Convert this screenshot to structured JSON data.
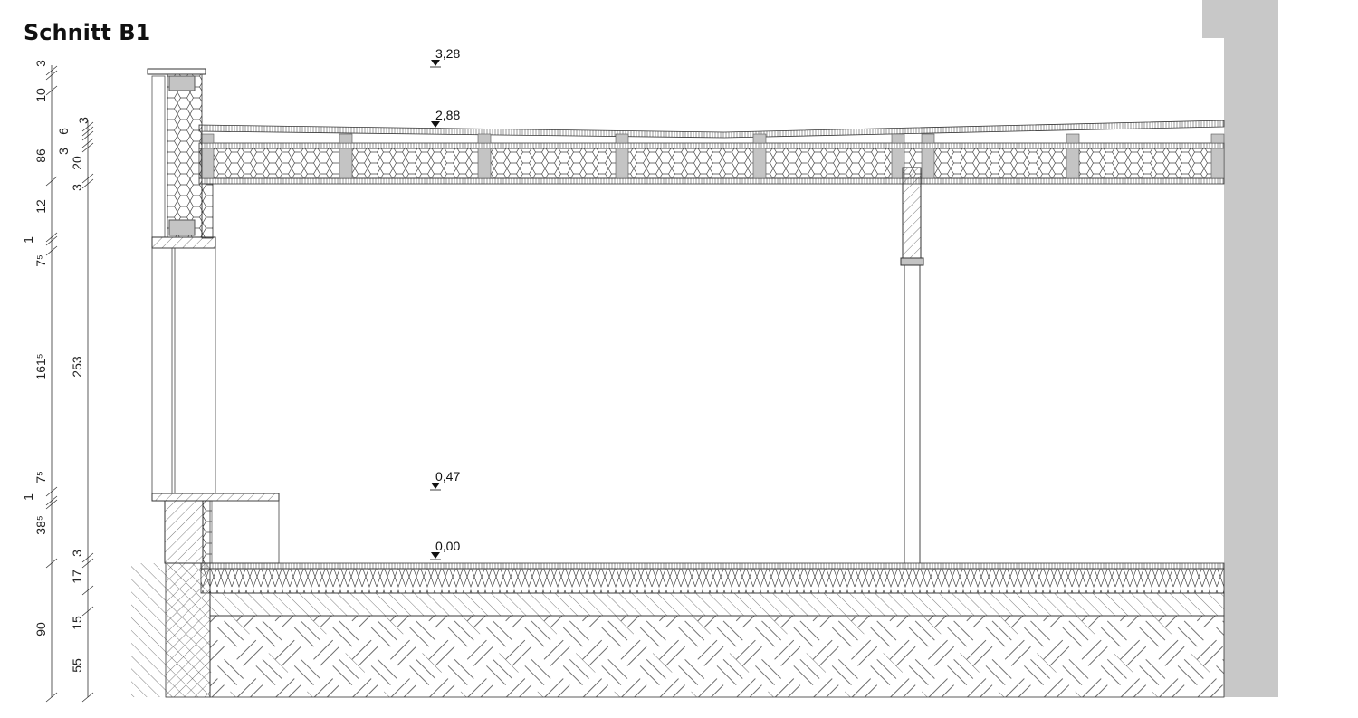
{
  "title": "Schnitt B1",
  "levels": [
    "3,28",
    "2,88",
    "0,47",
    "0,00"
  ],
  "dims_outer": [
    "3",
    "10",
    "86",
    "12",
    "1",
    "7⁵",
    "161⁵",
    "7⁵",
    "1",
    "38⁵",
    "90"
  ],
  "dims_inner": [
    "3",
    "6",
    "3",
    "20",
    "3",
    "253",
    "3",
    "17",
    "15",
    "55"
  ],
  "colors": {
    "wall_gray": "#c8c8c8",
    "block_gray": "#c4c4c4",
    "line": "#333333"
  }
}
